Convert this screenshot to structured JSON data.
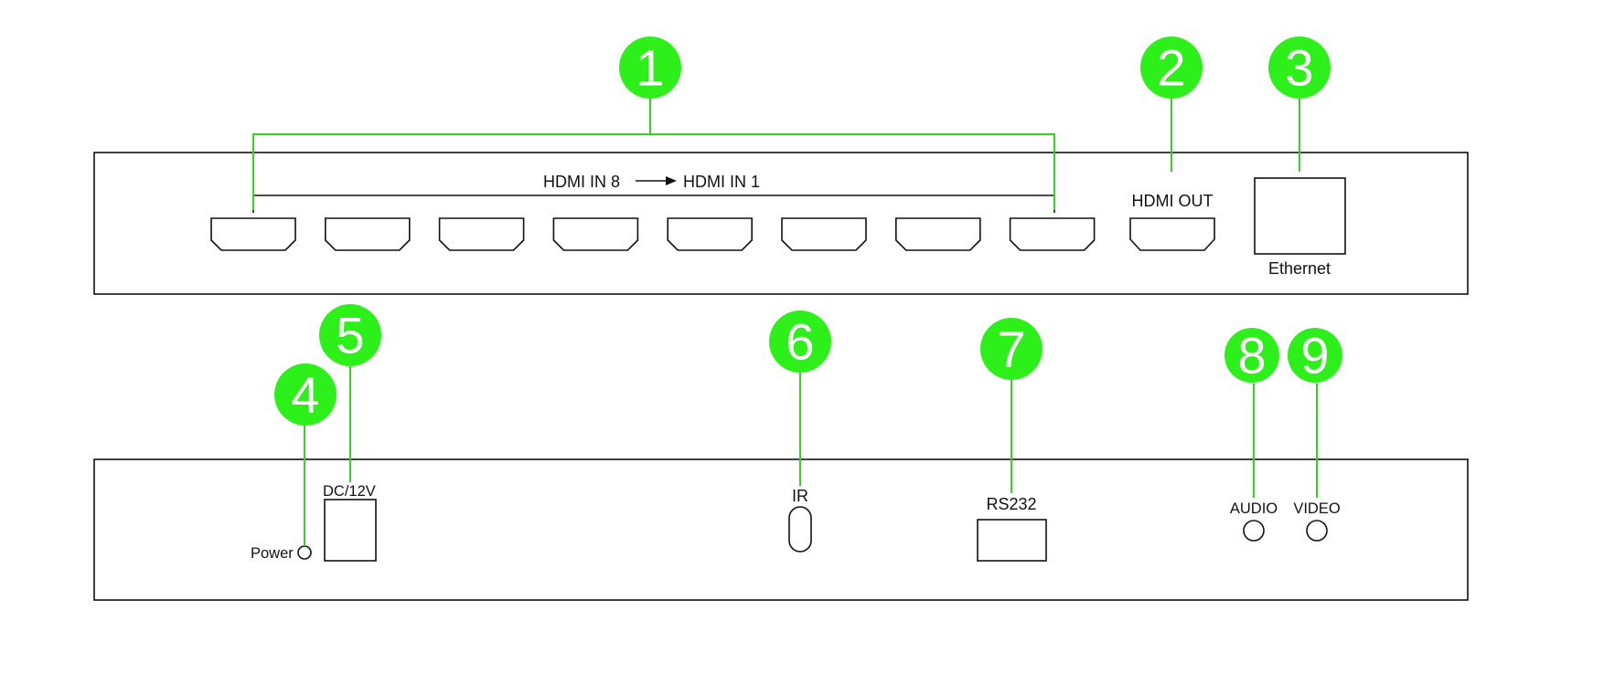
{
  "colors": {
    "callout": "#2df01a",
    "leader": "#37d426",
    "outline": "#111111"
  },
  "front_panel": {
    "input_range_from": "HDMI IN 8",
    "input_range_to": "HDMI IN 1",
    "hdmi_out_label": "HDMI OUT",
    "ethernet_label": "Ethernet"
  },
  "rear_panel": {
    "power_label": "Power",
    "dc_label": "DC/12V",
    "ir_label": "IR",
    "rs232_label": "RS232",
    "audio_label": "AUDIO",
    "video_label": "VIDEO"
  },
  "callouts": [
    "1",
    "2",
    "3",
    "4",
    "5",
    "6",
    "7",
    "8",
    "9"
  ]
}
